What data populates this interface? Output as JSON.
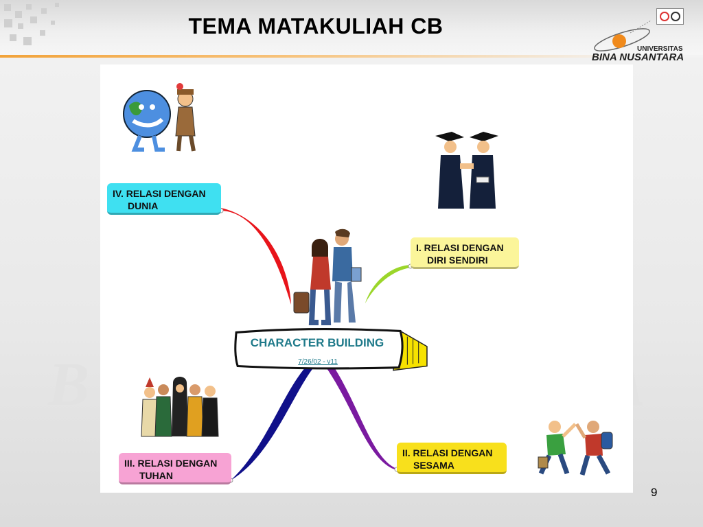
{
  "slide": {
    "title": "TEMA MATAKULIAH CB",
    "page_number": "9"
  },
  "logo": {
    "university_label": "UNIVERSITAS",
    "name": "BINA NUSANTARA"
  },
  "mindmap": {
    "central": {
      "title": "CHARACTER BUILDING",
      "subtitle": "7/26/02 - v11"
    },
    "branches": [
      {
        "line1": "I.  RELASI DENGAN",
        "line2": "DIRI   SENDIRI",
        "color": "#fbf59a",
        "connector_color": "#9bd62a"
      },
      {
        "line1": "II. RELASI DENGAN",
        "line2": "SESAMA",
        "color": "#f8e01c",
        "connector_color": "#7a1aa0"
      },
      {
        "line1": "III. RELASI DENGAN",
        "line2": "TUHAN",
        "color": "#f7a3d4",
        "connector_color": "#10108a"
      },
      {
        "line1": "IV. RELASI DENGAN",
        "line2": "DUNIA",
        "color": "#3fe0f1",
        "connector_color": "#e8141a"
      }
    ]
  },
  "icons": {
    "globe": "globe-character-icon",
    "graduates": "graduates-icon",
    "students": "students-couple-icon",
    "worshippers": "diverse-people-icon",
    "friends": "friends-greeting-icon"
  }
}
